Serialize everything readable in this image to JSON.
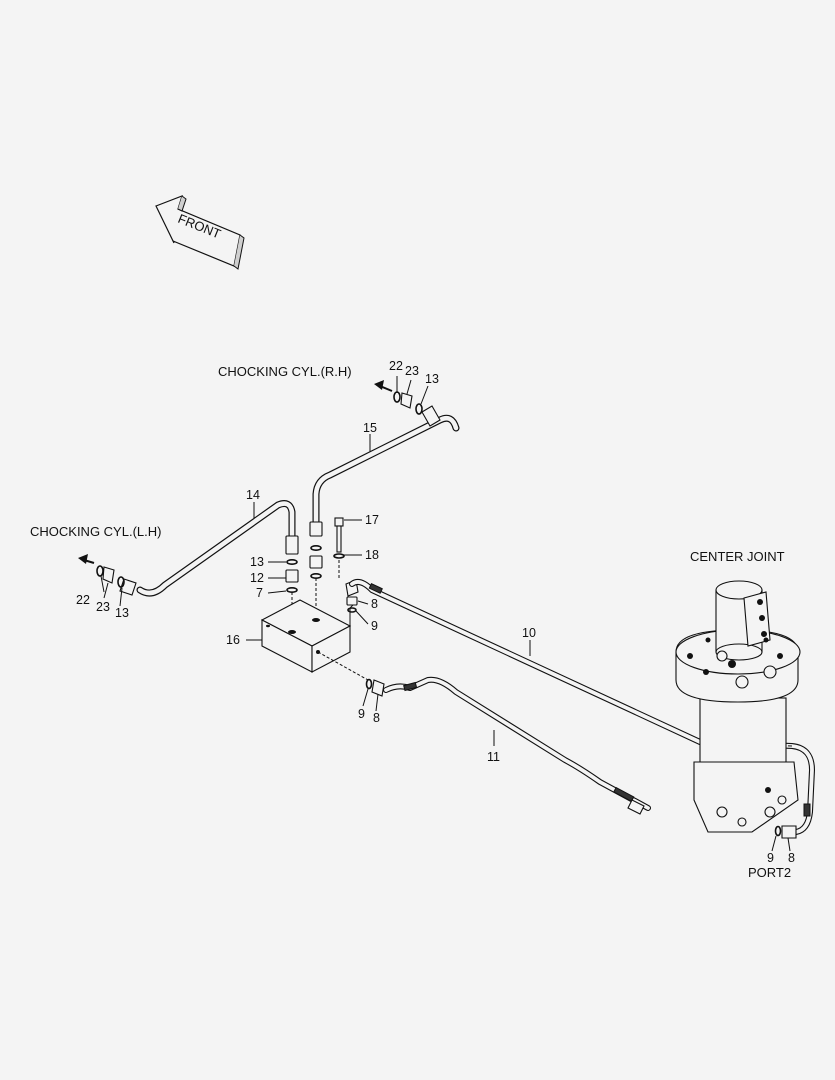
{
  "front_arrow": {
    "label": "FRONT"
  },
  "labels": {
    "chocking_rh": "CHOCKING CYL.(R.H)",
    "chocking_lh": "CHOCKING CYL.(L.H)",
    "center_joint": "CENTER JOINT",
    "port2": "PORT2"
  },
  "part_numbers": {
    "rh_22": "22",
    "rh_23": "23",
    "rh_13": "13",
    "p15": "15",
    "p14": "14",
    "lh_22": "22",
    "lh_23": "23",
    "lh_13": "13",
    "p13": "13",
    "p12": "12",
    "p7": "7",
    "p17": "17",
    "p18": "18",
    "p8_top": "8",
    "p9_top": "9",
    "p16": "16",
    "p10": "10",
    "p9_mid": "9",
    "p8_mid": "8",
    "p11": "11",
    "p9_bot": "9",
    "p8_bot": "8"
  }
}
